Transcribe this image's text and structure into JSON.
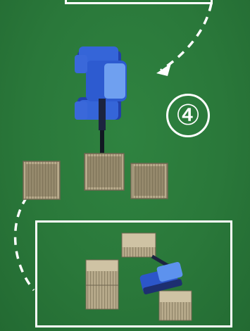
{
  "scene": {
    "step_label": "④",
    "colors": {
      "grass": "#2b7a3a",
      "frame": "#ffffff",
      "robot": "#2c56c9",
      "crate": "#b5a88a"
    },
    "objects": {
      "main_view": [
        "robot",
        "crate",
        "crate",
        "crate"
      ],
      "inset_view": [
        "robot",
        "crate",
        "crate",
        "crate",
        "crate"
      ]
    }
  }
}
